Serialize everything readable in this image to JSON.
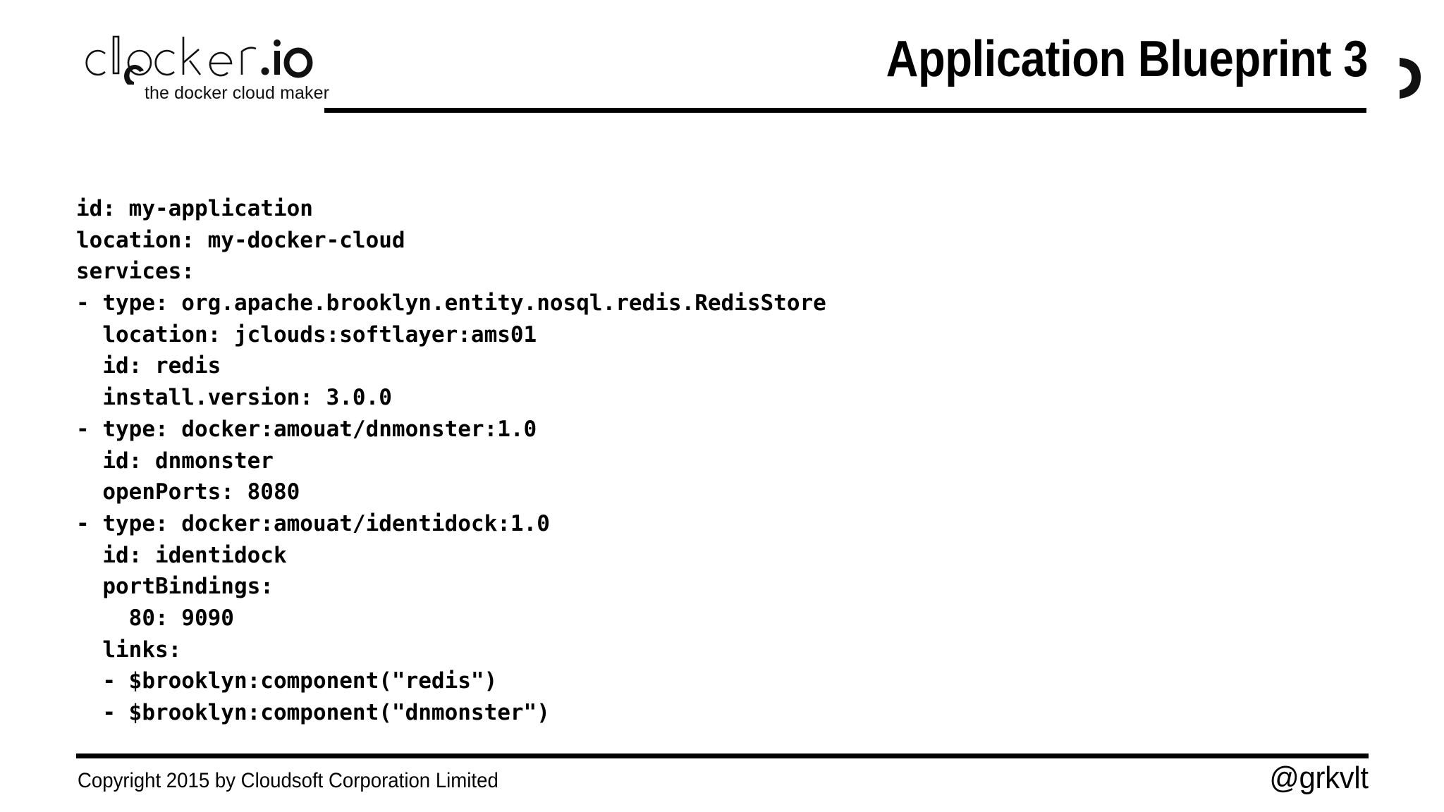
{
  "header": {
    "logo": {
      "wordmark": "clocker.io",
      "tagline": "the docker cloud maker",
      "mark_icon": "clocker-c-swoosh-icon"
    },
    "title": "Application Blueprint 3",
    "title_mark_icon": "clocker-c-swoosh-icon"
  },
  "code": {
    "language": "yaml",
    "lines": [
      "id: my-application",
      "location: my-docker-cloud",
      "services:",
      "- type: org.apache.brooklyn.entity.nosql.redis.RedisStore",
      "  location: jclouds:softlayer:ams01",
      "  id: redis",
      "  install.version: 3.0.0",
      "- type: docker:amouat/dnmonster:1.0",
      "  id: dnmonster",
      "  openPorts: 8080",
      "- type: docker:amouat/identidock:1.0",
      "  id: identidock",
      "  portBindings:",
      "    80: 9090",
      "  links:",
      "  - $brooklyn:component(\"redis\")",
      "  - $brooklyn:component(\"dnmonster\")"
    ]
  },
  "footer": {
    "copyright": "Copyright 2015 by Cloudsoft Corporation Limited",
    "handle": "@grkvlt"
  },
  "colors": {
    "text": "#000000",
    "background": "#ffffff",
    "rule": "#000000"
  }
}
